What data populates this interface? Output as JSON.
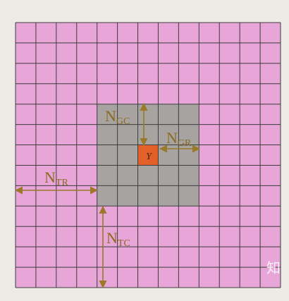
{
  "diagram": {
    "grid": {
      "rows": 13,
      "cols": 13
    },
    "guard_region": {
      "row_start": 4,
      "row_end": 9,
      "col_start": 4,
      "col_end": 9
    },
    "cell_under_test": {
      "row": 6,
      "col": 6,
      "label": "Y"
    },
    "colors": {
      "training_cell": "#e7a5d8",
      "guard_cell": "#a7a3a1",
      "cut_cell": "#e46029",
      "grid_line": "#3d3d3d",
      "arrow": "#9a7a2a",
      "label": "#8a6a1f",
      "cut_label": "#3a2a10"
    },
    "labels": {
      "ngc": {
        "main": "N",
        "sub": "GC"
      },
      "ngr": {
        "main": "N",
        "sub": "GR"
      },
      "ntr": {
        "main": "N",
        "sub": "TR"
      },
      "ntc": {
        "main": "N",
        "sub": "TC"
      }
    }
  },
  "watermark": "知"
}
